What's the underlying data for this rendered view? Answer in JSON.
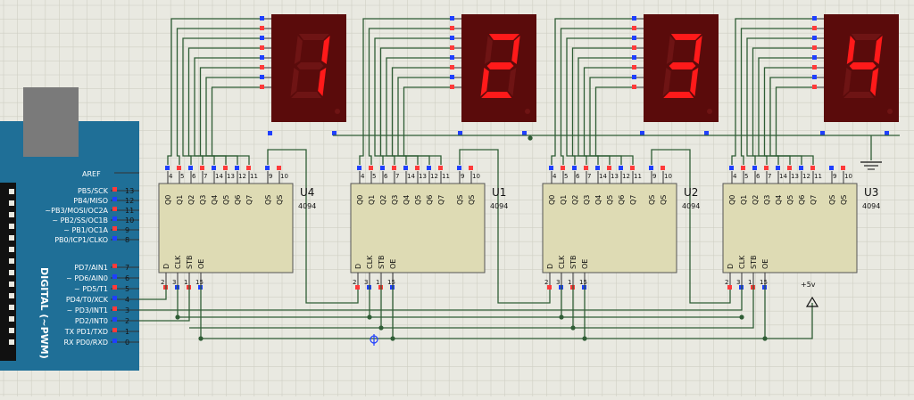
{
  "colors": {
    "background": "#e9e9e1",
    "grid": "#cfcfc4",
    "wire": "#2f5d35",
    "chip": "#dedbb4",
    "display_body": "#5a0b0b",
    "segment_on": "#ff1a1a",
    "arduino": "#1f6f97",
    "pin_red": "#ff3a3a",
    "pin_blue": "#1f3fff"
  },
  "displays": [
    {
      "digit": "1"
    },
    {
      "digit": "2"
    },
    {
      "digit": "3"
    },
    {
      "digit": "4"
    }
  ],
  "chips": [
    {
      "ref": "U4",
      "type": "4094"
    },
    {
      "ref": "U1",
      "type": "4094"
    },
    {
      "ref": "U2",
      "type": "4094"
    },
    {
      "ref": "U3",
      "type": "4094"
    }
  ],
  "chip_top_pins": {
    "numbers": [
      "4",
      "5",
      "6",
      "7",
      "14",
      "13",
      "12",
      "11",
      "9",
      "10"
    ],
    "labels": [
      "Q0",
      "Q1",
      "Q2",
      "Q3",
      "Q4",
      "Q5",
      "Q6",
      "Q7",
      "QS",
      "QS"
    ]
  },
  "chip_bottom_pins": {
    "numbers": [
      "2",
      "3",
      "1",
      "15"
    ],
    "labels": [
      "D",
      "CLK",
      "STB",
      "OE"
    ]
  },
  "power_label": "+5v",
  "arduino": {
    "aref": "AREF",
    "vertical_label": "DIGITAL (~PWM)",
    "pins": [
      {
        "label": "PB5/SCK",
        "num": "13"
      },
      {
        "label": "PB4/MISO",
        "num": "12"
      },
      {
        "label": "~PB3/MOSI/OC2A",
        "num": "11"
      },
      {
        "label": "~ PB2/SS/OC1B",
        "num": "10"
      },
      {
        "label": "~ PB1/OC1A",
        "num": "9"
      },
      {
        "label": "PB0/ICP1/CLKO",
        "num": "8"
      },
      {
        "label": "PD7/AIN1",
        "num": "7"
      },
      {
        "label": "~ PD6/AIN0",
        "num": "6"
      },
      {
        "label": "~ PD5/T1",
        "num": "5"
      },
      {
        "label": "PD4/T0/XCK",
        "num": "4"
      },
      {
        "label": "~ PD3/INT1",
        "num": "3"
      },
      {
        "label": "PD2/INT0",
        "num": "2"
      },
      {
        "label": "TX PD1/TXD",
        "num": "1"
      },
      {
        "label": "RX PD0/RXD",
        "num": "0"
      }
    ]
  }
}
